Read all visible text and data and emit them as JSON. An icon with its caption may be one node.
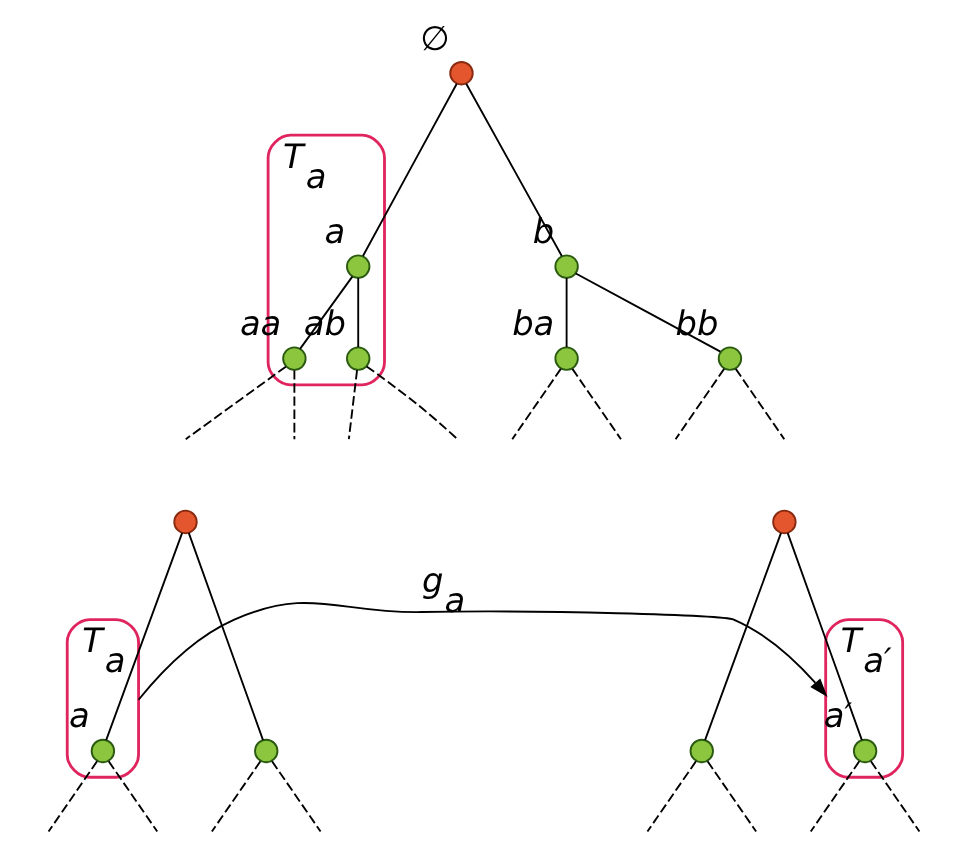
{
  "diagram": {
    "nodes": [
      {
        "text": [],
        "shape": "circle",
        "beside": [
          "∅"
        ]
      },
      {
        "text": [
          "T$_{a}$"
        ]
      },
      {
        "text": [],
        "shape": "circle",
        "beside": [
          "a"
        ],
        "in": 1
      },
      {
        "text": [],
        "shape": "circle",
        "beside": [
          "b"
        ]
      },
      {
        "text": [],
        "shape": "circle",
        "beside": [
          "aa"
        ],
        "in": 1
      },
      {
        "text": [],
        "shape": "circle",
        "beside": [
          "ab"
        ],
        "in": 1
      },
      {
        "text": [],
        "shape": "circle",
        "beside": [
          "ba"
        ]
      },
      {
        "text": [],
        "shape": "circle",
        "beside": [
          "bb"
        ]
      },
      {
        "text": [],
        "shape": "circle"
      },
      {
        "text": [
          "T$_{a}$"
        ]
      },
      {
        "text": [],
        "shape": "circle",
        "beside": [
          "a"
        ],
        "in": 9
      },
      {
        "text": [],
        "shape": "circle"
      },
      {
        "text": [],
        "shape": "circle"
      },
      {
        "text": [],
        "shape": "circle"
      },
      {
        "text": [
          "T$_{a′}$"
        ]
      },
      {
        "text": [],
        "shape": "circle",
        "beside": [
          "a′"
        ],
        "in": 14
      }
    ],
    "edges": [
      {
        "from": 0,
        "to": 2,
        "arrow": "none"
      },
      {
        "from": 0,
        "to": 3,
        "arrow": "none"
      },
      {
        "from": 2,
        "to": 4,
        "arrow": "none"
      },
      {
        "from": 2,
        "to": 5,
        "arrow": "none"
      },
      {
        "from": 3,
        "to": 6,
        "arrow": "none"
      },
      {
        "from": 3,
        "to": 7,
        "arrow": "none"
      },
      {
        "from": 4,
        "to": null,
        "arrow": "none",
        "style": "dashed"
      },
      {
        "from": 4,
        "to": null,
        "arrow": "none",
        "style": "dashed"
      },
      {
        "from": 5,
        "to": null,
        "arrow": "none",
        "style": "dashed"
      },
      {
        "from": 5,
        "to": null,
        "arrow": "none",
        "style": "dashed"
      },
      {
        "from": 6,
        "to": null,
        "arrow": "none",
        "style": "dashed"
      },
      {
        "from": 6,
        "to": null,
        "arrow": "none",
        "style": "dashed"
      },
      {
        "from": 7,
        "to": null,
        "arrow": "none",
        "style": "dashed"
      },
      {
        "from": 7,
        "to": null,
        "arrow": "none",
        "style": "dashed"
      },
      {
        "from": 8,
        "to": 10,
        "arrow": "none"
      },
      {
        "from": 8,
        "to": 11,
        "arrow": "none"
      },
      {
        "from": 10,
        "to": null,
        "arrow": "none",
        "style": "dashed"
      },
      {
        "from": 10,
        "to": null,
        "arrow": "none",
        "style": "dashed"
      },
      {
        "from": 11,
        "to": null,
        "arrow": "none",
        "style": "dashed"
      },
      {
        "from": 11,
        "to": null,
        "arrow": "none",
        "style": "dashed"
      },
      {
        "from": 12,
        "to": 13,
        "arrow": "none"
      },
      {
        "from": 12,
        "to": 15,
        "arrow": "none"
      },
      {
        "from": 13,
        "to": null,
        "arrow": "none",
        "style": "dashed"
      },
      {
        "from": 13,
        "to": null,
        "arrow": "none",
        "style": "dashed"
      },
      {
        "from": 15,
        "to": null,
        "arrow": "none",
        "style": "dashed"
      },
      {
        "from": 15,
        "to": null,
        "arrow": "none",
        "style": "dashed"
      },
      {
        "from": 9,
        "to": 14,
        "arrow": "to",
        "label": "g$_{a}$"
      }
    ]
  }
}
